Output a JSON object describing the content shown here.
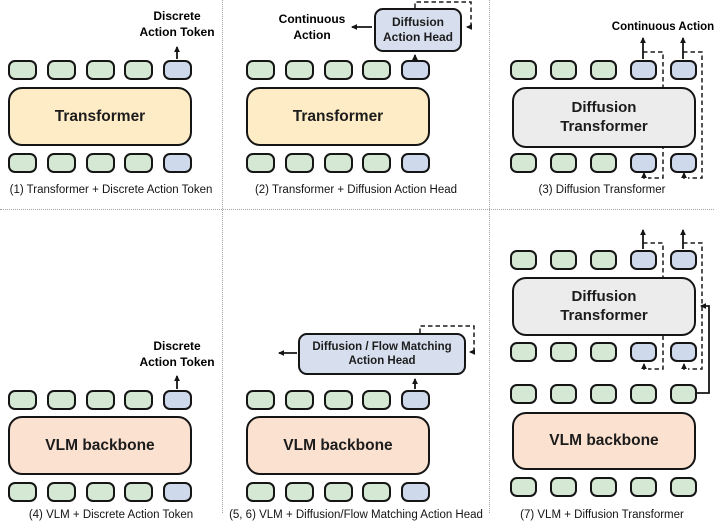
{
  "figure": {
    "colors": {
      "token_green": "#d5e8d4",
      "token_blue": "#cfd9ec",
      "transformer_yellow": "#feecc6",
      "vlm_pink": "#fbe1d0",
      "diffusion_gray": "#ececec",
      "action_head_blue": "#d7dfef",
      "outline_black": "#151515",
      "divider_gray": "#a3a3a3"
    },
    "panels": [
      {
        "caption": "(1) Transformer + Discrete Action Token",
        "backbone_label": "Transformer",
        "annotation": "Discrete\nAction Token",
        "tokens_top": [
          "green",
          "green",
          "green",
          "green",
          "blue"
        ],
        "tokens_bottom": [
          "green",
          "green",
          "green",
          "green",
          "blue"
        ]
      },
      {
        "caption": "(2) Transformer + Diffusion Action Head",
        "backbone_label": "Transformer",
        "head_label": "Diffusion\nAction Head",
        "annotation": "Continuous\nAction",
        "tokens_top": [
          "green",
          "green",
          "green",
          "green",
          "blue"
        ],
        "tokens_bottom": [
          "green",
          "green",
          "green",
          "green",
          "blue"
        ]
      },
      {
        "caption": "(3) Diffusion Transformer",
        "backbone_label": "Diffusion\nTransformer",
        "annotation": "Continuous Action",
        "tokens_top": [
          "green",
          "green",
          "green",
          "blue",
          "blue"
        ],
        "tokens_bottom": [
          "green",
          "green",
          "green",
          "blue",
          "blue"
        ]
      },
      {
        "caption": "(4) VLM + Discrete Action Token",
        "backbone_label": "VLM backbone",
        "annotation": "Discrete\nAction Token",
        "tokens_top": [
          "green",
          "green",
          "green",
          "green",
          "blue"
        ],
        "tokens_bottom": [
          "green",
          "green",
          "green",
          "green",
          "blue"
        ]
      },
      {
        "caption": "(5, 6) VLM + Diffusion/Flow Matching Action Head",
        "backbone_label": "VLM backbone",
        "head_label": "Diffusion / Flow Matching\nAction Head",
        "tokens_top": [
          "green",
          "green",
          "green",
          "green",
          "blue"
        ],
        "tokens_bottom": [
          "green",
          "green",
          "green",
          "green",
          "blue"
        ]
      },
      {
        "caption": "(7) VLM + Diffusion Transformer",
        "backbone_label": "VLM backbone",
        "diffusion_transformer_label": "Diffusion\nTransformer",
        "tokens_top": [
          "green",
          "green",
          "green",
          "blue",
          "blue"
        ],
        "tokens_mid": [
          "green",
          "green",
          "green",
          "blue",
          "blue"
        ],
        "tokens_vlm_out": [
          "green",
          "green",
          "green",
          "green",
          "green"
        ],
        "tokens_bottom": [
          "green",
          "green",
          "green",
          "green",
          "green"
        ]
      }
    ]
  }
}
